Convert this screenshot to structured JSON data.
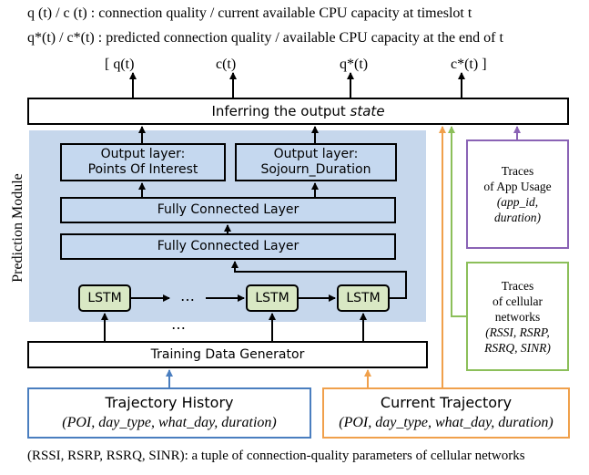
{
  "legend": {
    "line1": "q (t) / c (t) : connection quality / current available CPU capacity at timeslot t",
    "line2": "q*(t) / c*(t) : predicted connection quality / available CPU capacity at the end of t"
  },
  "outputs": {
    "q": "[ q(t)",
    "c": "c(t)",
    "q_star": "q*(t)",
    "c_star": "c*(t) ]"
  },
  "infer_box": {
    "prefix": "Inferring the output ",
    "emph": "state"
  },
  "prediction_module": {
    "title": "Prediction Module",
    "output_poi": {
      "line1": "Output layer:",
      "line2": "Points Of Interest"
    },
    "output_sojourn": {
      "line1": "Output layer:",
      "line2": "Sojourn_Duration"
    },
    "fc_top": "Fully Connected Layer",
    "fc_bottom": "Fully Connected Layer",
    "lstm_label": "LSTM",
    "ellipsis": "…",
    "below_ellipsis": "…"
  },
  "training_generator": "Training Data Generator",
  "trajectory_history": {
    "title": "Trajectory History",
    "params": "(POI, day_type, what_day, duration)"
  },
  "current_trajectory": {
    "title": "Current Trajectory",
    "params": "(POI, day_type, what_day, duration)"
  },
  "app_usage": {
    "l1": "Traces",
    "l2": "of App Usage",
    "l3": "(app_id,",
    "l4": "duration)"
  },
  "cellular": {
    "l1": "Traces",
    "l2": "of cellular",
    "l3": "networks",
    "l4": "(RSSI, RSRP,",
    "l5": "RSRQ, SINR)"
  },
  "footnote": "(RSSI, RSRP, RSRQ, SINR): a tuple of connection-quality parameters of cellular networks",
  "colors": {
    "blue": "#4a7ebf",
    "orange": "#f0a04b",
    "green": "#8cbf5a",
    "purple": "#8a63b5",
    "module_bg": "#c6d7ec"
  }
}
